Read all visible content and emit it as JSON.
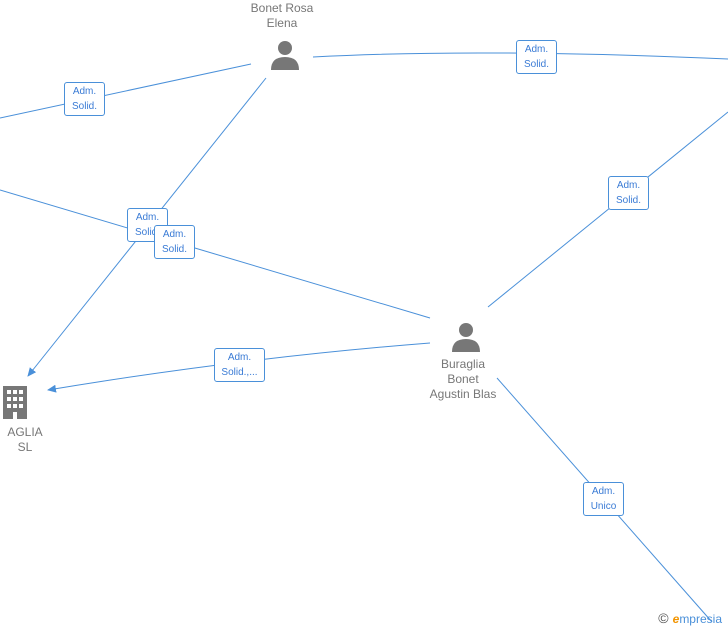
{
  "nodes": {
    "bonet_rosa": {
      "label": "Bonet Rosa\nElena",
      "type": "person"
    },
    "buraglia": {
      "label": "Buraglia\nBonet\nAgustin Blas",
      "type": "person"
    },
    "company": {
      "label": "AGLIA SL",
      "type": "company"
    }
  },
  "edges": [
    {
      "id": "e1",
      "label": "Adm.\nSolid."
    },
    {
      "id": "e2",
      "label": "Adm.\nSolid."
    },
    {
      "id": "e3",
      "label": "Adm.\nSolid."
    },
    {
      "id": "e4",
      "label": "Adm.\nSolid."
    },
    {
      "id": "e5",
      "label": "Adm.\nSolid."
    },
    {
      "id": "e6",
      "label": "Adm.\nSolid.,..."
    },
    {
      "id": "e7",
      "label": "Adm.\nUnico"
    }
  ],
  "brand": {
    "copyright": "©",
    "name_first": "e",
    "name_rest": "mpresia"
  },
  "colors": {
    "edge": "#4a90d9",
    "node_icon": "#777777",
    "label": "#777777"
  },
  "icons": {
    "person": "person-icon",
    "company": "building-icon"
  }
}
